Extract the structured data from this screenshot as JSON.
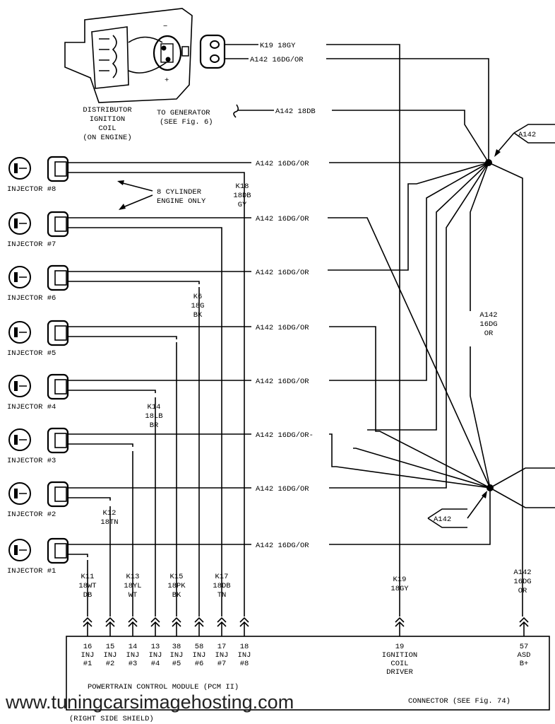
{
  "coil": {
    "label_lines": [
      "DISTRIBUTOR",
      "IGNITION",
      "COIL",
      "(ON ENGINE)"
    ],
    "minus": "−",
    "plus": "+"
  },
  "top_wires": {
    "k19": "K19  18GY",
    "a142_coil": "A142  16DG/OR",
    "generator_lines": [
      "TO GENERATOR",
      "(SEE Fig. 6)"
    ],
    "a142_gen": "A142  18DB"
  },
  "splice_connector_label": "A142",
  "eight_cyl_note": [
    "8 CYLINDER",
    "ENGINE ONLY"
  ],
  "injectors": [
    {
      "label": "INJECTOR #8",
      "wire": "A142  16DG/OR"
    },
    {
      "label": "INJECTOR #7",
      "wire": "A142  16DG/OR"
    },
    {
      "label": "INJECTOR #6",
      "wire": "A142  16DG/OR"
    },
    {
      "label": "INJECTOR #5",
      "wire": "A142  16DG/OR"
    },
    {
      "label": "INJECTOR #4",
      "wire": "A142  16DG/OR"
    },
    {
      "label": "INJECTOR #3",
      "wire": "A142  16DG/OR-"
    },
    {
      "label": "INJECTOR #2",
      "wire": "A142  16DG/OR"
    },
    {
      "label": "INJECTOR #1",
      "wire": "A142  16DG/OR"
    }
  ],
  "vertical_wire_labels": {
    "k18": [
      "K18",
      "18DB",
      "GY"
    ],
    "k6": [
      "K6",
      "18G",
      "BK"
    ],
    "k14": [
      "K14",
      "18LB",
      "BR"
    ],
    "k12": [
      "K12",
      "18TN"
    ],
    "a142_mid": [
      "A142",
      "16DG",
      "OR"
    ],
    "k11": [
      "K11",
      "18WT",
      "DB"
    ],
    "k13": [
      "K13",
      "18YL",
      "WT"
    ],
    "k15": [
      "K15",
      "18PK",
      "BK"
    ],
    "k17": [
      "K17",
      "18DB",
      "TN"
    ],
    "k19_bottom": [
      "K19",
      "18GY"
    ],
    "a142_bottom": [
      "A142",
      "16DG",
      "OR"
    ]
  },
  "pcm_pins": [
    [
      "16",
      "INJ",
      "#1"
    ],
    [
      "15",
      "INJ",
      "#2"
    ],
    [
      "14",
      "INJ",
      "#3"
    ],
    [
      "13",
      "INJ",
      "#4"
    ],
    [
      "38",
      "INJ",
      "#5"
    ],
    [
      "58",
      "INJ",
      "#6"
    ],
    [
      "17",
      "INJ",
      "#7"
    ],
    [
      "18",
      "INJ",
      "#8"
    ],
    [
      "19",
      "IGNITION",
      "COIL",
      "DRIVER"
    ],
    [
      "57",
      "ASD",
      "B+"
    ]
  ],
  "pcm": {
    "title": "POWERTRAIN CONTROL MODULE (PCM II)",
    "connector": "CONNECTOR (SEE Fig. 74)",
    "shield": "(RIGHT SIDE SHIELD)"
  },
  "watermark": "www.tuningcarsimagehosting.com"
}
